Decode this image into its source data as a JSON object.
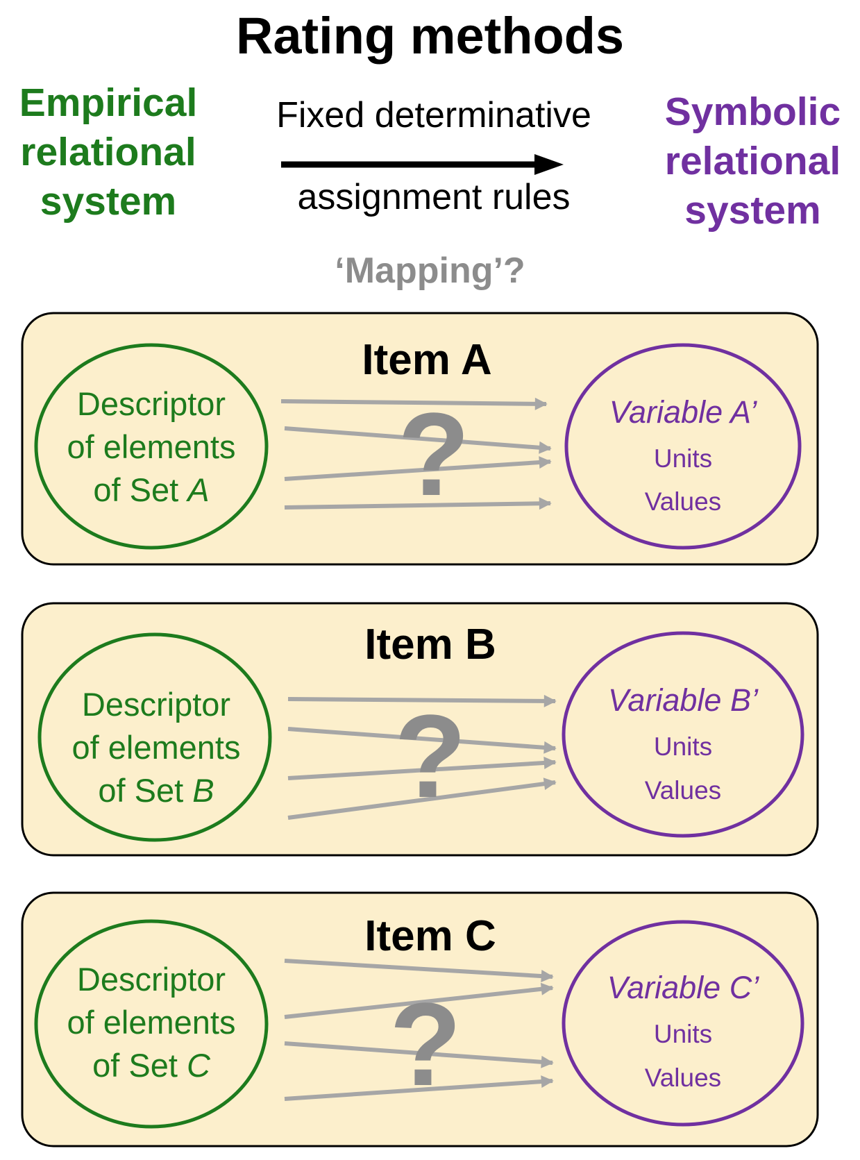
{
  "title": "Rating methods",
  "empirical": [
    "Empirical",
    "relational",
    "system"
  ],
  "symbolic": [
    "Symbolic",
    "relational",
    "system"
  ],
  "rule": {
    "line1": "Fixed determinative",
    "line2": "assignment rules"
  },
  "mapping": "‘Mapping’?",
  "items": [
    {
      "title": "Item A",
      "desc1": "Descriptor",
      "desc2": "of elements",
      "desc3_prefix": "of Set ",
      "set": "A",
      "variable": "Variable A’",
      "units": "Units",
      "values": "Values",
      "question": "?"
    },
    {
      "title": "Item B",
      "desc1": "Descriptor",
      "desc2": "of elements",
      "desc3_prefix": "of Set ",
      "set": "B",
      "variable": "Variable B’",
      "units": "Units",
      "values": "Values",
      "question": "?"
    },
    {
      "title": "Item C",
      "desc1": "Descriptor",
      "desc2": "of elements",
      "desc3_prefix": "of Set ",
      "set": "C",
      "variable": "Variable C’",
      "units": "Units",
      "values": "Values",
      "question": "?"
    }
  ],
  "colors": {
    "empirical": "#1d7b1d",
    "symbolic": "#7030a0",
    "panel": "#fcefcc",
    "arrow": "#a6a6a6",
    "mapping": "#8c8c8c"
  }
}
